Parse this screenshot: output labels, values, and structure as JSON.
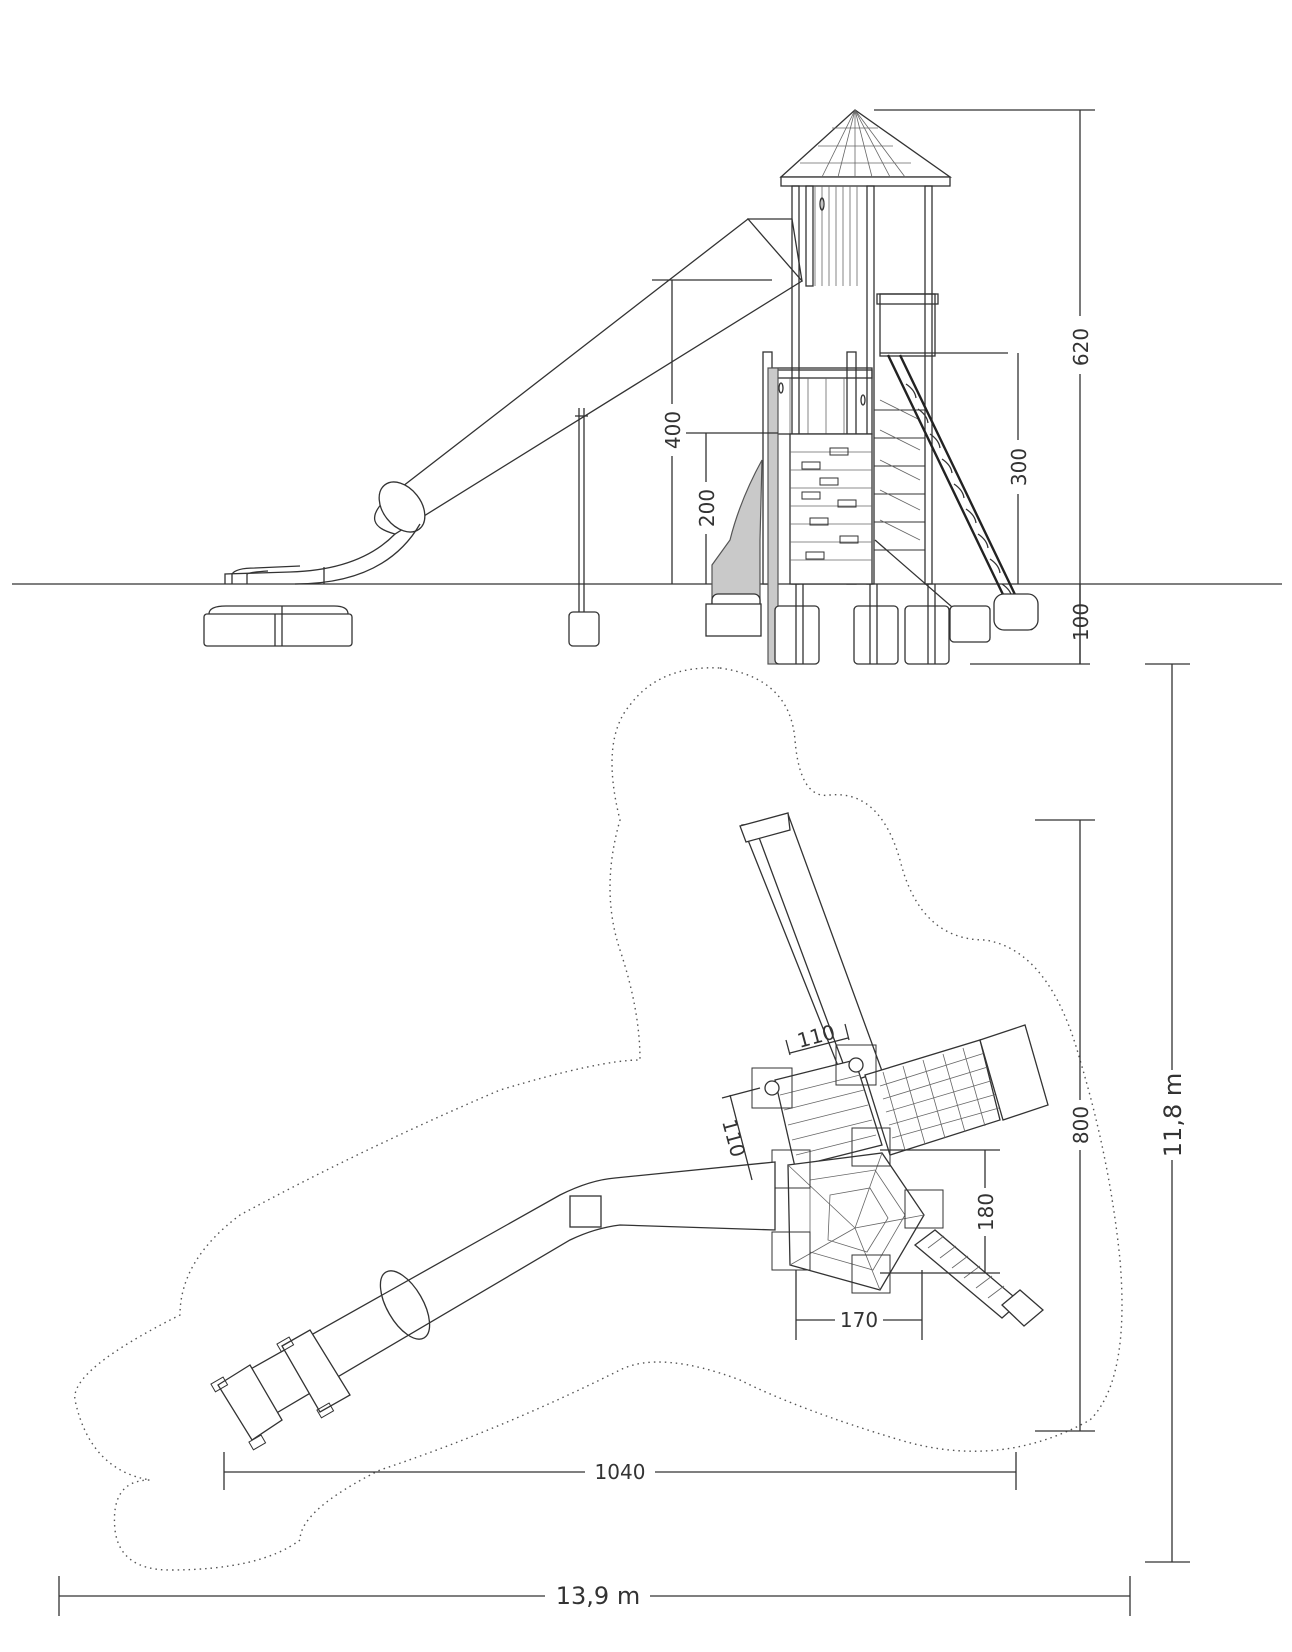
{
  "colors": {
    "line": "#333333",
    "fill_grey": "#c9c9c9",
    "background": "#ffffff"
  },
  "elevation": {
    "dim_tower_height": "620",
    "dim_slide_start": "400",
    "dim_platform_height": "200",
    "dim_ladder_height": "300",
    "dim_foundation_depth": "100"
  },
  "plan": {
    "dim_post_spacing_a": "110",
    "dim_post_spacing_b": "110",
    "dim_tower_depth": "180",
    "dim_tower_width": "170",
    "dim_total_depth": "800",
    "dim_total_length": "1040"
  },
  "safety_area": {
    "width_label": "13,9 m",
    "height_label": "11,8 m"
  }
}
